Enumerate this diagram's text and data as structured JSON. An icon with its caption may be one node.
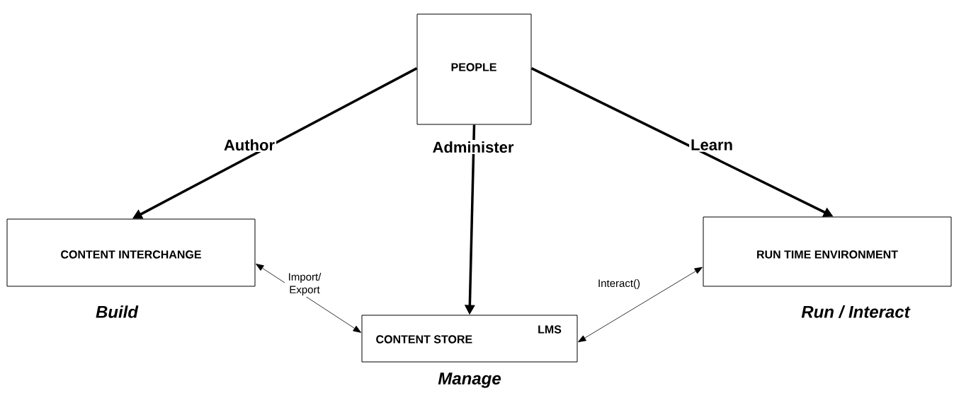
{
  "diagram": {
    "nodes": [
      {
        "text": [
          "PEOPLE"
        ]
      },
      {
        "text": [
          "CONTENT INTERCHANGE"
        ],
        "beside": [
          "Build"
        ]
      },
      {
        "text": [
          "CONTENT STORE",
          "LMS"
        ],
        "beside": [
          "Manage"
        ]
      },
      {
        "text": [
          "RUN TIME ENVIRONMENT"
        ],
        "beside": [
          "Run / Interact"
        ]
      }
    ],
    "edges": [
      {
        "from": 0,
        "to": 1,
        "arrow": "to",
        "label": "Author"
      },
      {
        "from": 0,
        "to": 2,
        "arrow": "to",
        "label": "Administer"
      },
      {
        "from": 0,
        "to": 3,
        "arrow": "to",
        "label": "Learn"
      },
      {
        "from": 2,
        "to": 1,
        "arrow": "both",
        "label": "Import/ Export"
      },
      {
        "from": 2,
        "to": 3,
        "arrow": "both",
        "label": "Interact()"
      }
    ]
  }
}
